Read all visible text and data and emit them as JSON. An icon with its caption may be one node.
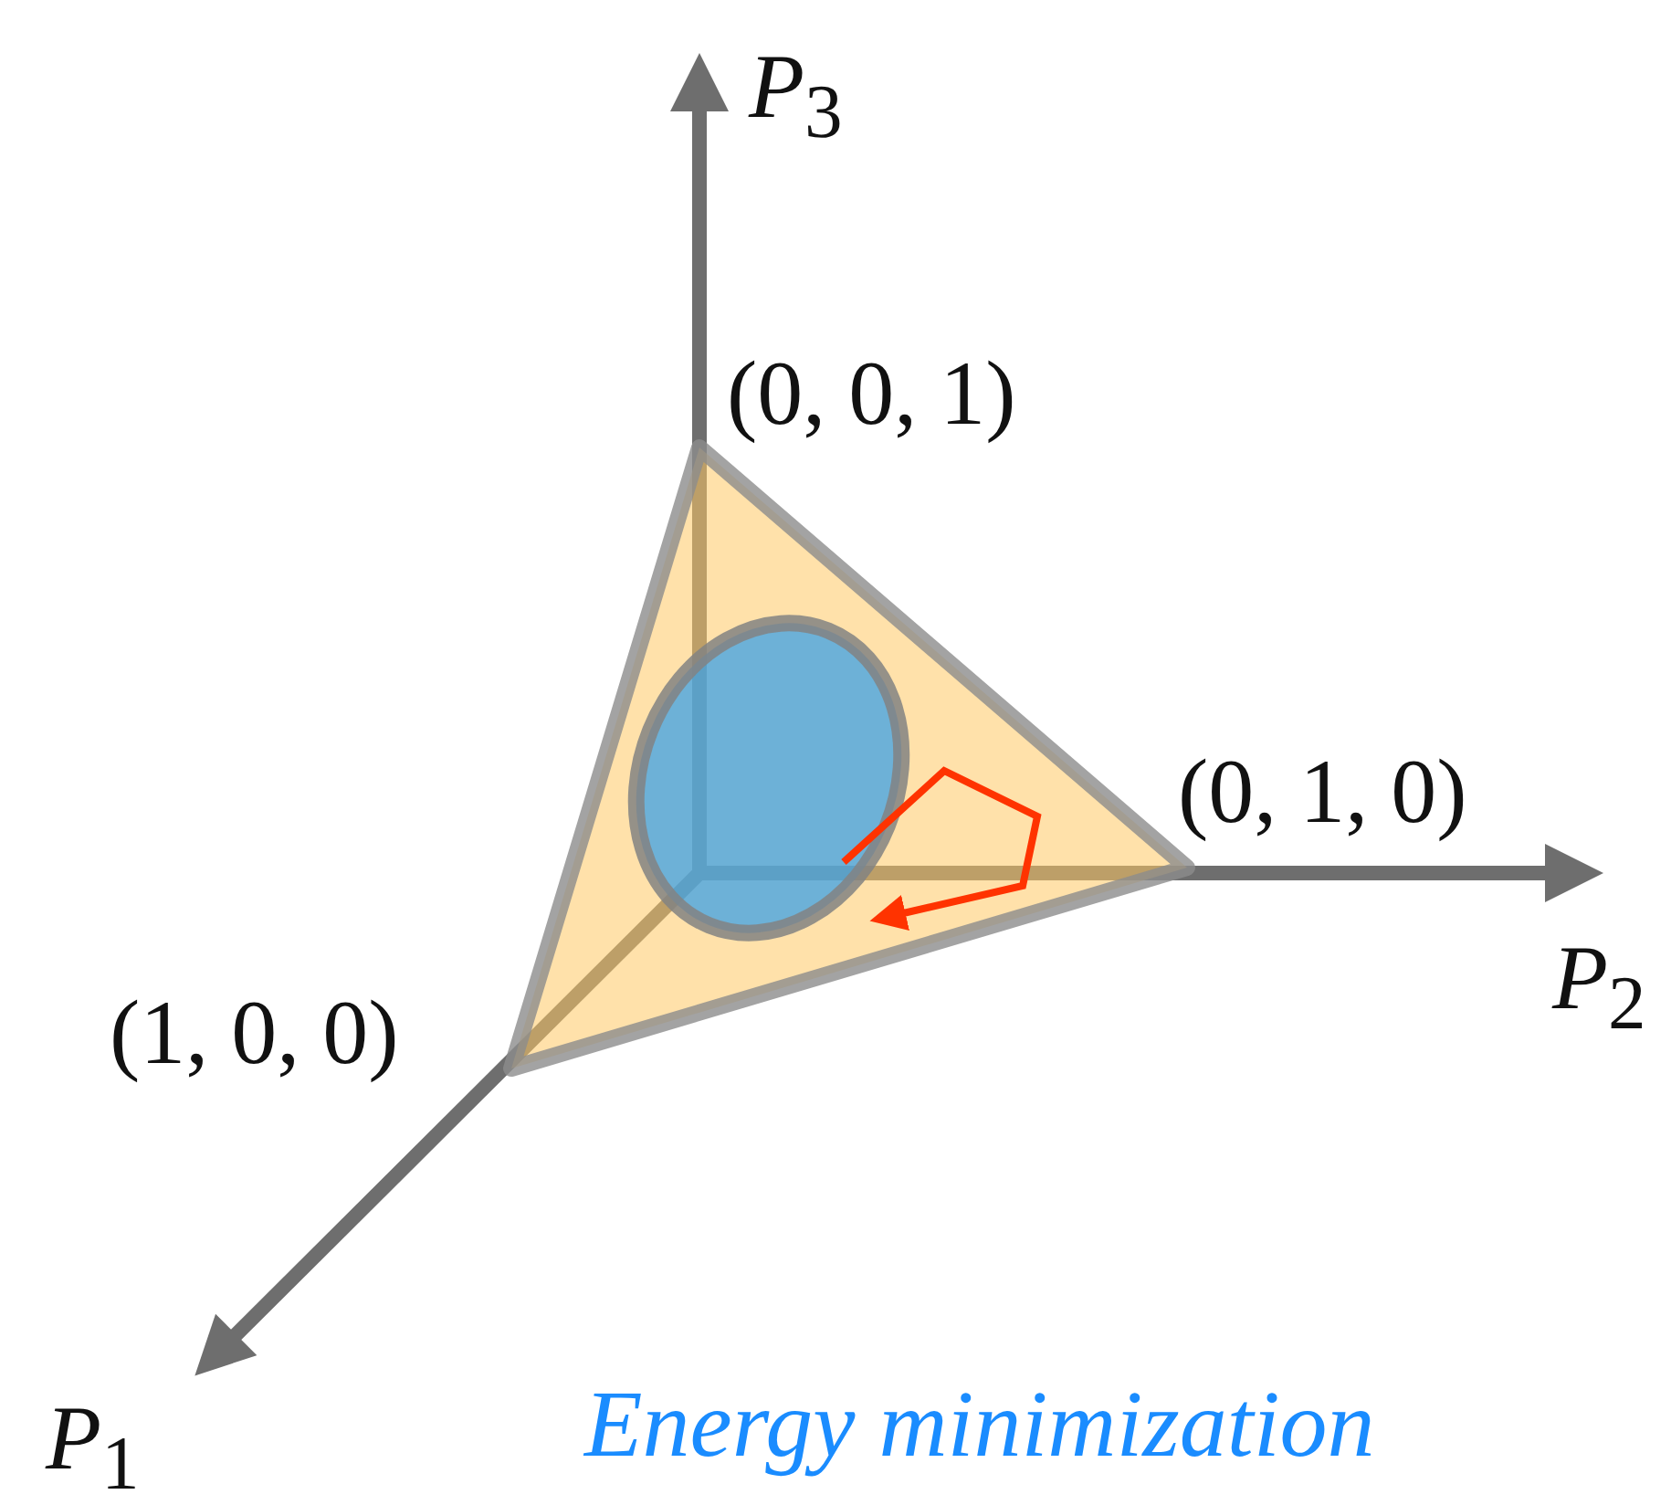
{
  "diagram": {
    "caption": "Energy minimization",
    "labels": [
      "*P*$_{3}$",
      "(0, 0, 1)",
      "(0, 1, 0)",
      "*P*$_{2}$",
      "(1, 0, 0)",
      "*P*$_{1}$"
    ]
  }
}
